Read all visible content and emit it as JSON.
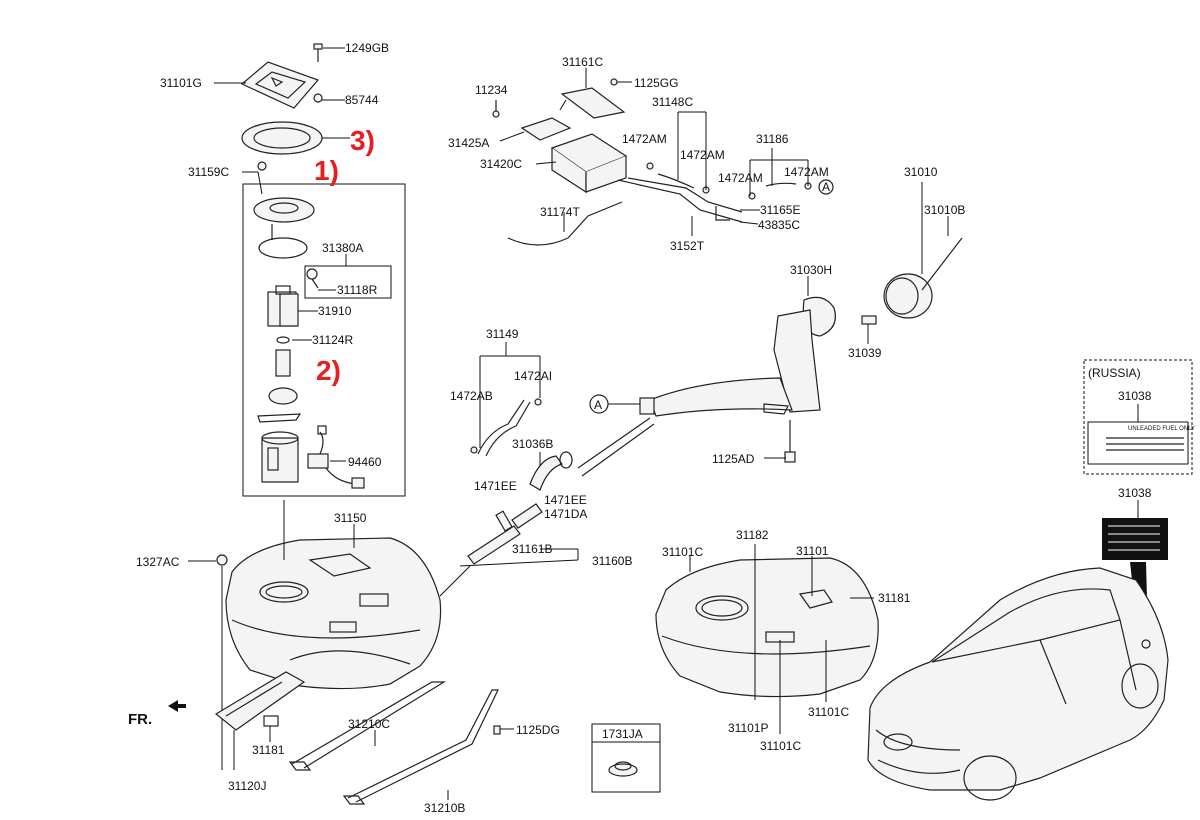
{
  "colors": {
    "callout": "#e81e1e",
    "line": "#111111",
    "background": "#ffffff"
  },
  "callouts": {
    "one": "1)",
    "two": "2)",
    "three": "3)"
  },
  "labels": {
    "p1249GB": "1249GB",
    "p31101G": "31101G",
    "p85744": "85744",
    "p31159C": "31159C",
    "p31380A": "31380A",
    "p31118R": "31118R",
    "p31910": "31910",
    "p31124R": "31124R",
    "p94460": "94460",
    "p31150": "31150",
    "p1327AC": "1327AC",
    "fr": "FR.",
    "p31181a": "31181",
    "p31120J": "31120J",
    "p31210C": "31210C",
    "p31210B": "31210B",
    "p1125DG": "1125DG",
    "p1731JA": "1731JA",
    "p11234": "11234",
    "p31161C": "31161C",
    "p1125GG": "1125GG",
    "p31148C": "31148C",
    "p31425A": "31425A",
    "p31420C": "31420C",
    "p1472AM1": "1472AM",
    "p1472AM2": "1472AM",
    "p1472AM3": "1472AM",
    "p1472AM4": "1472AM",
    "p31186": "31186",
    "p31165E": "31165E",
    "p43835C": "43835C",
    "p31174T": "31174T",
    "p3152T": "3152T",
    "markerA1": "A",
    "markerA2": "A",
    "p31010": "31010",
    "p31010B": "31010B",
    "p31030H": "31030H",
    "p31039": "31039",
    "p1125AD": "1125AD",
    "p31149": "31149",
    "p1472AB": "1472AB",
    "p1472AI": "1472AI",
    "p31036B": "31036B",
    "p1471EE1": "1471EE",
    "p1471EE2": "1471EE",
    "p1471DA": "1471DA",
    "p31161B": "31161B",
    "p31160B": "31160B",
    "p31182": "31182",
    "p31101C1": "31101C",
    "p31101": "31101",
    "p31181b": "31181",
    "p31101P": "31101P",
    "p31101C2": "31101C",
    "p31101C3": "31101C",
    "russia": "(RUSSIA)",
    "p31038a": "31038",
    "p31038b": "31038",
    "decal_line1": "UNLEADED FUEL ONLY"
  }
}
